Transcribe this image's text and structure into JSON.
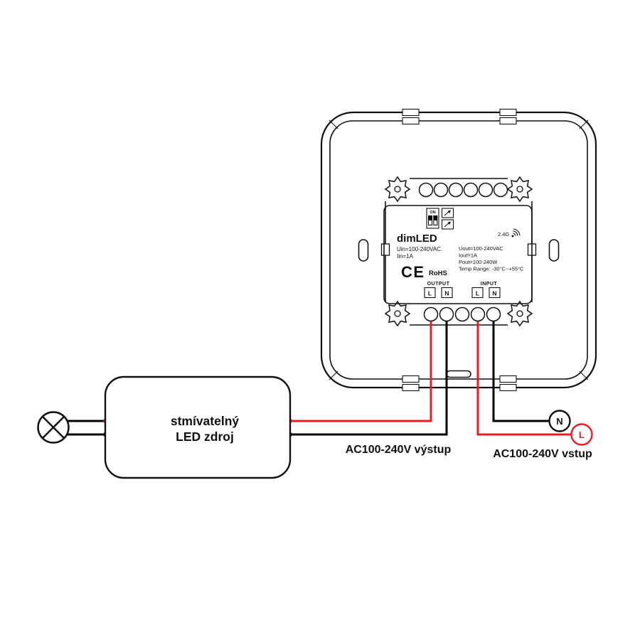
{
  "diagram": {
    "device": {
      "brand": "dimLED",
      "dip_label": "ON",
      "wireless": "2.4G",
      "uin": "Uin=100-240VAC.",
      "iin": "Iin=1A",
      "uout": "Uout=100-240VAC",
      "iout": "Iout=1A",
      "pout": "Pout=100-240W",
      "temp_range": "Temp Range: -30°C~+55°C",
      "ce_mark": "CE",
      "rohs": "RoHS",
      "output_label": "OUTPUT",
      "input_label": "INPUT",
      "terminal_l": "L",
      "terminal_n": "N"
    },
    "psu": {
      "line1": "stmívatelný",
      "line2": "LED zdroj"
    },
    "wiring": {
      "output_label": "AC100-240V výstup",
      "input_label": "AC100-240V vstup",
      "mains_n": "N",
      "mains_l": "L"
    },
    "colors": {
      "wire_red": "#ed1c24",
      "wire_black": "#000000",
      "outline": "#111111"
    }
  }
}
